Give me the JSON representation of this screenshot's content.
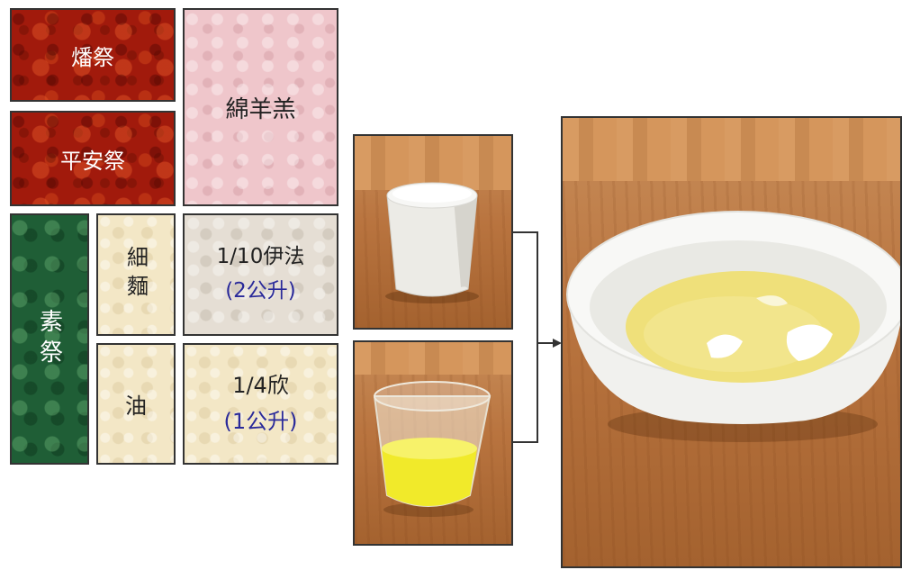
{
  "labels": {
    "fan_ji": "燔祭",
    "ping_an_ji": "平安祭",
    "mian_yang_gao": "綿羊羔",
    "su_ji": "素祭",
    "xi_mian": "細麵",
    "you": "油",
    "flour_amount": "1/10伊法",
    "flour_liters": "(2公升)",
    "oil_amount": "1/4欣",
    "oil_liters": "(1公升)"
  },
  "photos": {
    "flour": "cup-of-flour-photo",
    "oil": "cup-of-oil-photo",
    "mixture": "bowl-of-flour-and-oil-photo"
  },
  "colors": {
    "red_panel": "#a11a0c",
    "pink_panel": "#efc6cb",
    "green_panel": "#1f5e36",
    "cream_panel": "#f3e7c6",
    "gray_panel": "#e5ded4",
    "subtext": "#2a2a9a",
    "wood": "#b9743f"
  }
}
